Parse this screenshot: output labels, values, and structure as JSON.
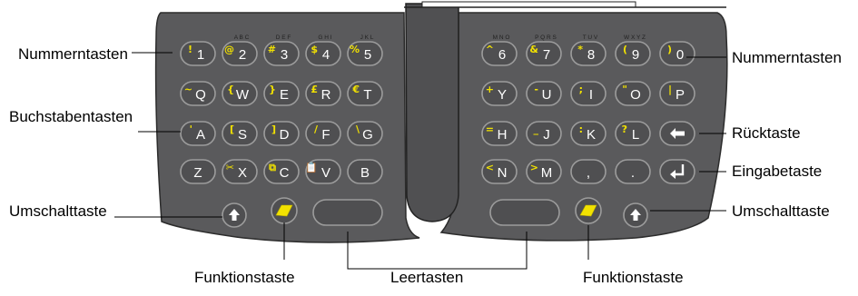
{
  "labels": {
    "nummerntasten_left": "Nummerntasten",
    "buchstabentasten": "Buchstabentasten",
    "umschalttaste_left": "Umschalttaste",
    "funktionstaste_left": "Funktionstaste",
    "leertasten": "Leertasten",
    "funktionstaste_right": "Funktionstaste",
    "nummerntasten_right": "Nummerntasten",
    "ruecktaste": "Rücktaste",
    "eingabetaste": "Eingabetaste",
    "umschalttaste_right": "Umschalttaste"
  },
  "colors": {
    "keyboard_body": "#5a5a5c",
    "key_face": "#4f4f51",
    "key_outline": "#9c9c9c",
    "key_text": "#ffffff",
    "alt_char": "#f2e200",
    "function_key": "#f2e200"
  },
  "keys_left": [
    [
      {
        "main": "1",
        "alt": "!",
        "tiny": ""
      },
      {
        "main": "2",
        "alt": "@",
        "tiny": "A B C"
      },
      {
        "main": "3",
        "alt": "#",
        "tiny": "D E F"
      },
      {
        "main": "4",
        "alt": "$",
        "tiny": "G H I"
      },
      {
        "main": "5",
        "alt": "%",
        "tiny": "J K L"
      }
    ],
    [
      {
        "main": "Q",
        "alt": "~",
        "tiny": ""
      },
      {
        "main": "W",
        "alt": "{",
        "tiny": ""
      },
      {
        "main": "E",
        "alt": "}",
        "tiny": ""
      },
      {
        "main": "R",
        "alt": "£",
        "tiny": ""
      },
      {
        "main": "T",
        "alt": "€",
        "tiny": ""
      }
    ],
    [
      {
        "main": "A",
        "alt": "'",
        "tiny": ""
      },
      {
        "main": "S",
        "alt": "[",
        "tiny": ""
      },
      {
        "main": "D",
        "alt": "]",
        "tiny": ""
      },
      {
        "main": "F",
        "alt": "/",
        "tiny": ""
      },
      {
        "main": "G",
        "alt": "\\",
        "tiny": ""
      }
    ],
    [
      {
        "main": "Z",
        "alt": "",
        "tiny": ""
      },
      {
        "main": "X",
        "alt": "✂",
        "tiny": ""
      },
      {
        "main": "C",
        "alt": "⧉",
        "tiny": ""
      },
      {
        "main": "V",
        "alt": "📋",
        "tiny": ""
      },
      {
        "main": "B",
        "alt": "",
        "tiny": ""
      }
    ]
  ],
  "keys_right": [
    [
      {
        "main": "6",
        "alt": "^",
        "tiny": "M N O"
      },
      {
        "main": "7",
        "alt": "&",
        "tiny": "P Q R S"
      },
      {
        "main": "8",
        "alt": "*",
        "tiny": "T U V"
      },
      {
        "main": "9",
        "alt": "(",
        "tiny": "W X Y Z"
      },
      {
        "main": "0",
        "alt": ")",
        "tiny": ""
      }
    ],
    [
      {
        "main": "Y",
        "alt": "+",
        "tiny": ""
      },
      {
        "main": "U",
        "alt": "-",
        "tiny": ""
      },
      {
        "main": "I",
        "alt": ";",
        "tiny": ""
      },
      {
        "main": "O",
        "alt": "\"",
        "tiny": ""
      },
      {
        "main": "P",
        "alt": "|",
        "tiny": ""
      }
    ],
    [
      {
        "main": "H",
        "alt": "=",
        "tiny": ""
      },
      {
        "main": "J",
        "alt": "_",
        "tiny": ""
      },
      {
        "main": "K",
        "alt": ":",
        "tiny": ""
      },
      {
        "main": "L",
        "alt": "?",
        "tiny": ""
      }
    ],
    [
      {
        "main": "N",
        "alt": "<",
        "tiny": ""
      },
      {
        "main": "M",
        "alt": ">",
        "tiny": ""
      },
      {
        "main": ",",
        "alt": "",
        "tiny": ""
      },
      {
        "main": ".",
        "alt": "",
        "tiny": ""
      }
    ]
  ],
  "icons": {
    "backspace": "arrow-left-icon",
    "enter": "enter-icon",
    "shift": "arrow-up-icon"
  }
}
